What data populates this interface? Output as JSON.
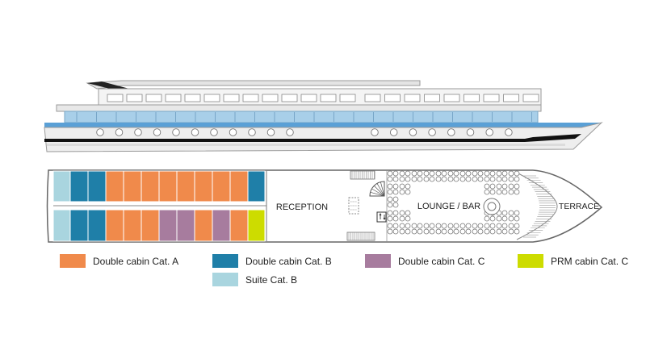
{
  "labels": {
    "reception": "RECEPTION",
    "lounge": "LOUNGE / BAR",
    "terrace": "TERRACE"
  },
  "legend": [
    {
      "key": "a",
      "label": "Double cabin Cat. A",
      "color": "#f08a4b"
    },
    {
      "key": "b",
      "label": "Double cabin Cat. B",
      "color": "#1f7fa8"
    },
    {
      "key": "c",
      "label": "Double cabin Cat. C",
      "color": "#a77c9e"
    },
    {
      "key": "prm",
      "label": "PRM cabin Cat. C",
      "color": "#cddc00"
    },
    {
      "key": "suite",
      "label": "Suite Cat. B",
      "color": "#a9d5df"
    }
  ],
  "cabins": {
    "top_row": [
      "suite",
      "b",
      "b",
      "a",
      "a",
      "a",
      "a",
      "a",
      "a",
      "a",
      "a",
      "b"
    ],
    "bottom_row": [
      "suite",
      "b",
      "b",
      "a",
      "a",
      "a",
      "c",
      "c",
      "a",
      "c",
      "a",
      "prm"
    ]
  },
  "icons": {
    "staircase": "spiral-staircase-icon",
    "elevator": "elevator-icon",
    "piano": "piano-icon"
  }
}
